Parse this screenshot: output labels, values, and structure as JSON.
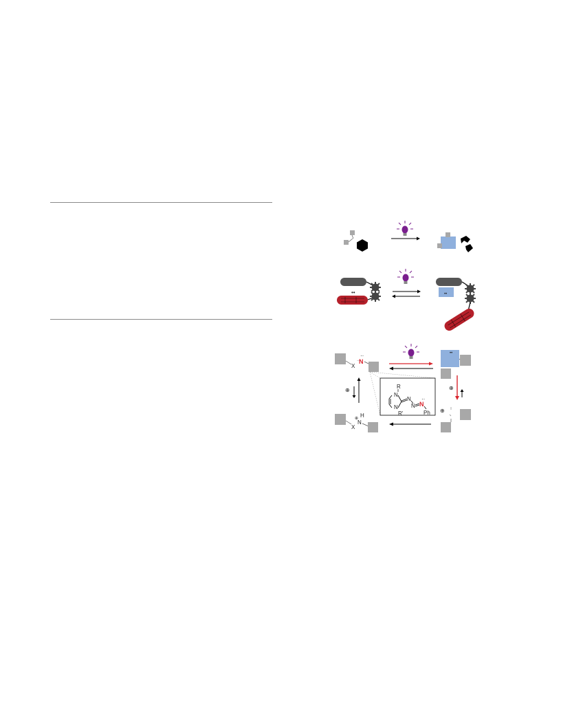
{
  "colors": {
    "rule": "#8a8a8a",
    "bulb": "#7a1f8e",
    "bulb_rays": "#7a1f8e",
    "blue_box": "#8fb0dd",
    "gray_square": "#a8a8a8",
    "black": "#000000",
    "red_bar": "#b5202a",
    "red_arrow": "#d9262e",
    "dark_gray_bar": "#555555"
  },
  "icons": {
    "light": "light-bulb-icon",
    "gear": "gear-icon"
  },
  "labels": {
    "x_top": "X",
    "n_top": "N",
    "lone_pair": "··",
    "plus": "⊕",
    "x_bottom": "X",
    "n_bottom": "N",
    "h_bottom": "H",
    "inset_r": "R",
    "inset_rprime": "R'",
    "inset_n1": "N",
    "inset_n2": "N",
    "inset_n3": "N",
    "inset_n4": "N",
    "inset_n5": "N",
    "inset_ph": "Ph",
    "inset_lone_pair": "··",
    "pair_dots": "••"
  }
}
